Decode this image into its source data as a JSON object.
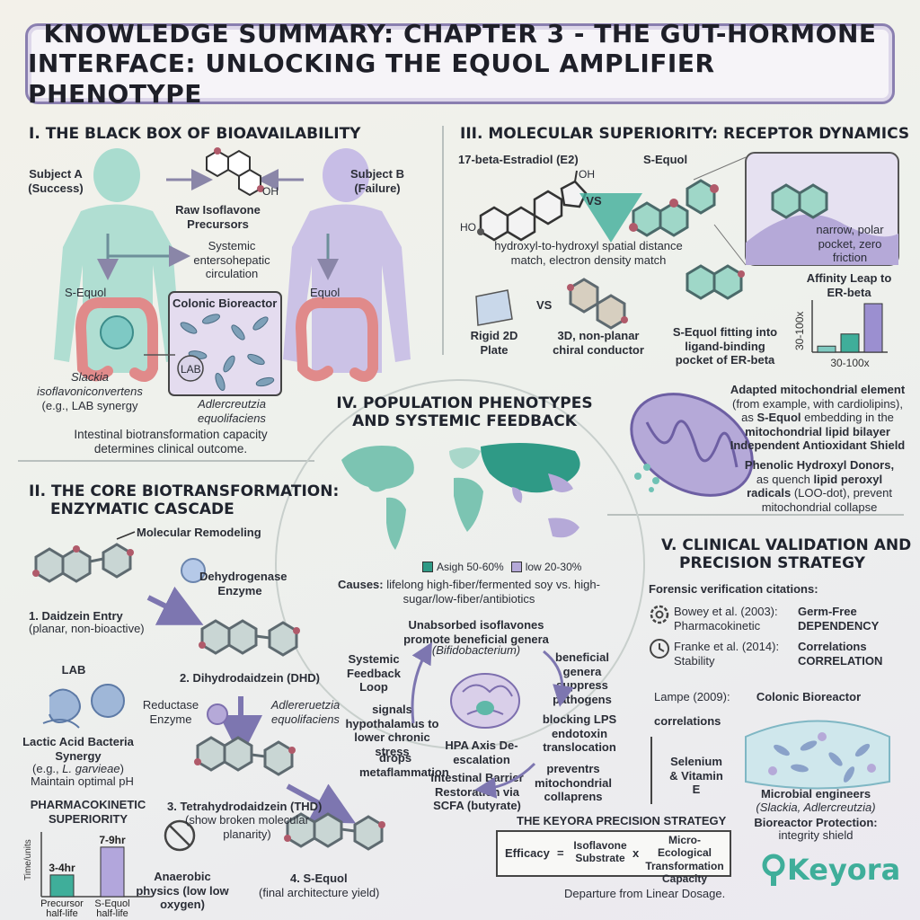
{
  "title": {
    "line1": "KNOWLEDGE SUMMARY: CHAPTER 3 - THE GUT-HORMONE",
    "line2": "INTERFACE: UNLOCKING THE EQUOL AMPLIFIER PHENOTYPE"
  },
  "section1": {
    "title": "I. THE BLACK BOX OF BIOAVAILABILITY",
    "subject_a": "Subject A (Success)",
    "subject_b": "Subject B (Failure)",
    "raw_precursors": "Raw Isoflavone Precursors",
    "oh": "OH",
    "systemic": "Systemic entersohepatic circulation",
    "s_equol": "S-Equol",
    "equol": "Equol",
    "colonic_bioreactor": "Colonic Bioreactor",
    "lab": "LAB",
    "slackia": "Slackia isoflavoniconvertens",
    "slackia_sub": "(e.g., LAB synergy",
    "adlercreutzia": "Adlercreutzia equolifaciens",
    "footer": "Intestinal biotransformation capacity determines clinical outcome."
  },
  "section2": {
    "title_line1": "II. THE CORE BIOTRANSFORMATION:",
    "title_line2": "ENZYMATIC CASCADE",
    "molecular_remodeling": "Molecular Remodeling",
    "dehydrogenase": "Dehydrogenase Enzyme",
    "step1": "1. Daidzein Entry",
    "step1_sub": "(planar, non-bioactive)",
    "step2": "2. Dihydrodaidzein (DHD)",
    "reductase": "Reductase Enzyme",
    "adlercreutzia": "Adlereruetzia equolifaciens",
    "lab": "LAB",
    "lab_synergy": "Lactic Acid Bacteria Synergy",
    "lab_eg_prefix": "(e.g., ",
    "lab_eg_italic": "L. garvieae",
    "lab_eg_suffix": ")",
    "lab_ph": "Maintain optimal pH",
    "step3": "3. Tetrahydrodaidzein (THD)",
    "step3_sub": "(show broken molecular planarity)",
    "step4": "4. S-Equol",
    "step4_sub": "(final architecture yield)",
    "anaerobic": "Anaerobic physics (low low oxygen)",
    "pk_title": "PHARMACOKINETIC SUPERIORITY",
    "pk_axis": "Time/units"
  },
  "chart_data": [
    {
      "type": "bar",
      "categories": [
        "Precursor half-life",
        "S-Equol half-life"
      ],
      "data_labels": [
        "3-4hr",
        "7-9hr"
      ],
      "values": [
        3.5,
        8
      ],
      "ylabel": "Time/units",
      "colors": [
        "#3fae9a",
        "#b2a6dc"
      ]
    },
    {
      "type": "bar",
      "title": "Affinity Leap to ER-beta",
      "ylabel": "30-100x",
      "xlabel": "30-100x",
      "values": [
        1,
        3,
        8
      ],
      "colors": [
        "#7fc9c0",
        "#3fae9a",
        "#9b8fd0"
      ]
    }
  ],
  "section3": {
    "title": "III. MOLECULAR SUPERIORITY: RECEPTOR DYNAMICS",
    "e2": "17-beta-Estradiol (E2)",
    "s_equol": "S-Equol",
    "vs": "VS",
    "oh": "OH",
    "ho": "HO",
    "match": "hydroxyl-to-hydroxyl spatial distance match, electron density match",
    "pocket": "narrow, polar pocket, zero friction",
    "rigid": "Rigid 2D Plate",
    "vs2": "VS",
    "chiral": "3D, non-planar chiral conductor",
    "fitting": "S-Equol fitting into ligand-binding pocket of ER-beta",
    "mito_line1": "Adapted mitochondrial element",
    "mito_line2": "(from example, with cardiolipins),",
    "mito_line3_a": "as ",
    "mito_line3_b": "S-Equol",
    "mito_line3_c": " embedding in the",
    "mito_line4": "mitochondrial lipid bilayer",
    "mito_line5": "Independent Antioxidant Shield",
    "phenolic_line1": "Phenolic Hydroxyl Donors,",
    "phenolic_line2_a": "as quench ",
    "phenolic_line2_b": "lipid peroxyl",
    "phenolic_line3_a": "radicals",
    "phenolic_line3_b": " (LOO-dot), prevent",
    "phenolic_line4": "mitochondrial collapse"
  },
  "section4": {
    "title_line1": "IV. POPULATION PHENOTYPES",
    "title_line2": "AND SYSTEMIC FEEDBACK",
    "legend_high": "Asigh 50-60%",
    "legend_low": "low 20-30%",
    "causes_label": "Causes:",
    "causes_text": " lifelong high-fiber/fermented soy vs. high-sugar/low-fiber/antibiotics",
    "unabsorbed": "Unabsorbed isoflavones promote beneficial genera",
    "bifido": "(Bifidobacterium)",
    "beneficial": "beneficial genera suppress pathogens",
    "blocking": "blocking LPS endotoxin translocation",
    "prevents": "preventrs mitochondrial collaprens",
    "barrier": "Intestinal Barrier Restoration via SCFA (butyrate)",
    "drops": "drops metaflammation",
    "hpa": "HPA Axis De-escalation",
    "signals": "signals hypothalamus to lower chronic stress",
    "feedback": "Systemic Feedback Loop"
  },
  "section5": {
    "title_line1": "V. CLINICAL VALIDATION AND",
    "title_line2": "PRECISION STRATEGY",
    "forensic": "Forensic verification citations:",
    "cite1_a": "Bowey et al. (2003): Pharmacokinetic",
    "cite1_b": "Germ-Free DEPENDENCY",
    "cite2_a": "Franke et al. (2014): Stability",
    "cite2_b": "Correlations CORRELATION",
    "lampe": "Lampe (2009):",
    "lampe_b": "correlations",
    "selenium": "Selenium & Vitamin E",
    "colonic": "Colonic Bioreactor",
    "microbial": "Microbial engineers",
    "microbial_sub": "(Slackia, Adlercreutzia)",
    "protection": "Bioreactor Protection:",
    "protection_sub": "integrity shield",
    "strategy_title": "THE KEYORA PRECISION STRATEGY",
    "efficacy": "Efficacy",
    "eq": "=",
    "isoflavone": "Isoflavone Substrate",
    "x": "x",
    "micro": "Micro-Ecological Transformation Capacity",
    "departure": "Departure from Linear Dosage.",
    "brand": "Keyora"
  },
  "colors": {
    "teal": "#3fae9a",
    "lavender": "#b2a6dc",
    "border": "#8a7fb0"
  }
}
